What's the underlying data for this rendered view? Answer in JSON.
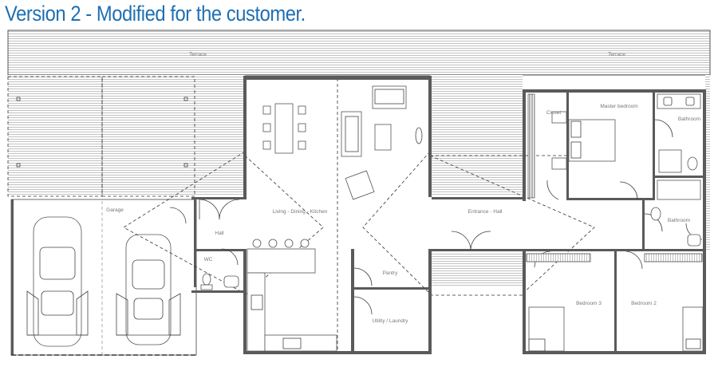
{
  "title": "Version 2 - Modified for the customer.",
  "labels": {
    "terrace_left": "Terrace",
    "terrace_right": "Terrace",
    "garage": "Garage",
    "living": "Living - Dining - Kitchen",
    "entrance": "Entrance - Hall",
    "hall": "Hall",
    "wc": "WC",
    "pantry": "Pantry",
    "utility": "Utility / Laundry",
    "closet": "Closet",
    "master": "Master bedroom",
    "bathroom1": "Bathroom",
    "bathroom2": "Bathroom",
    "bedroom3": "Bedroom 3",
    "bedroom2": "Bedroom 2"
  },
  "colors": {
    "title": "#1f6fb2",
    "wall": "#5a5a5a",
    "line": "#444444"
  }
}
